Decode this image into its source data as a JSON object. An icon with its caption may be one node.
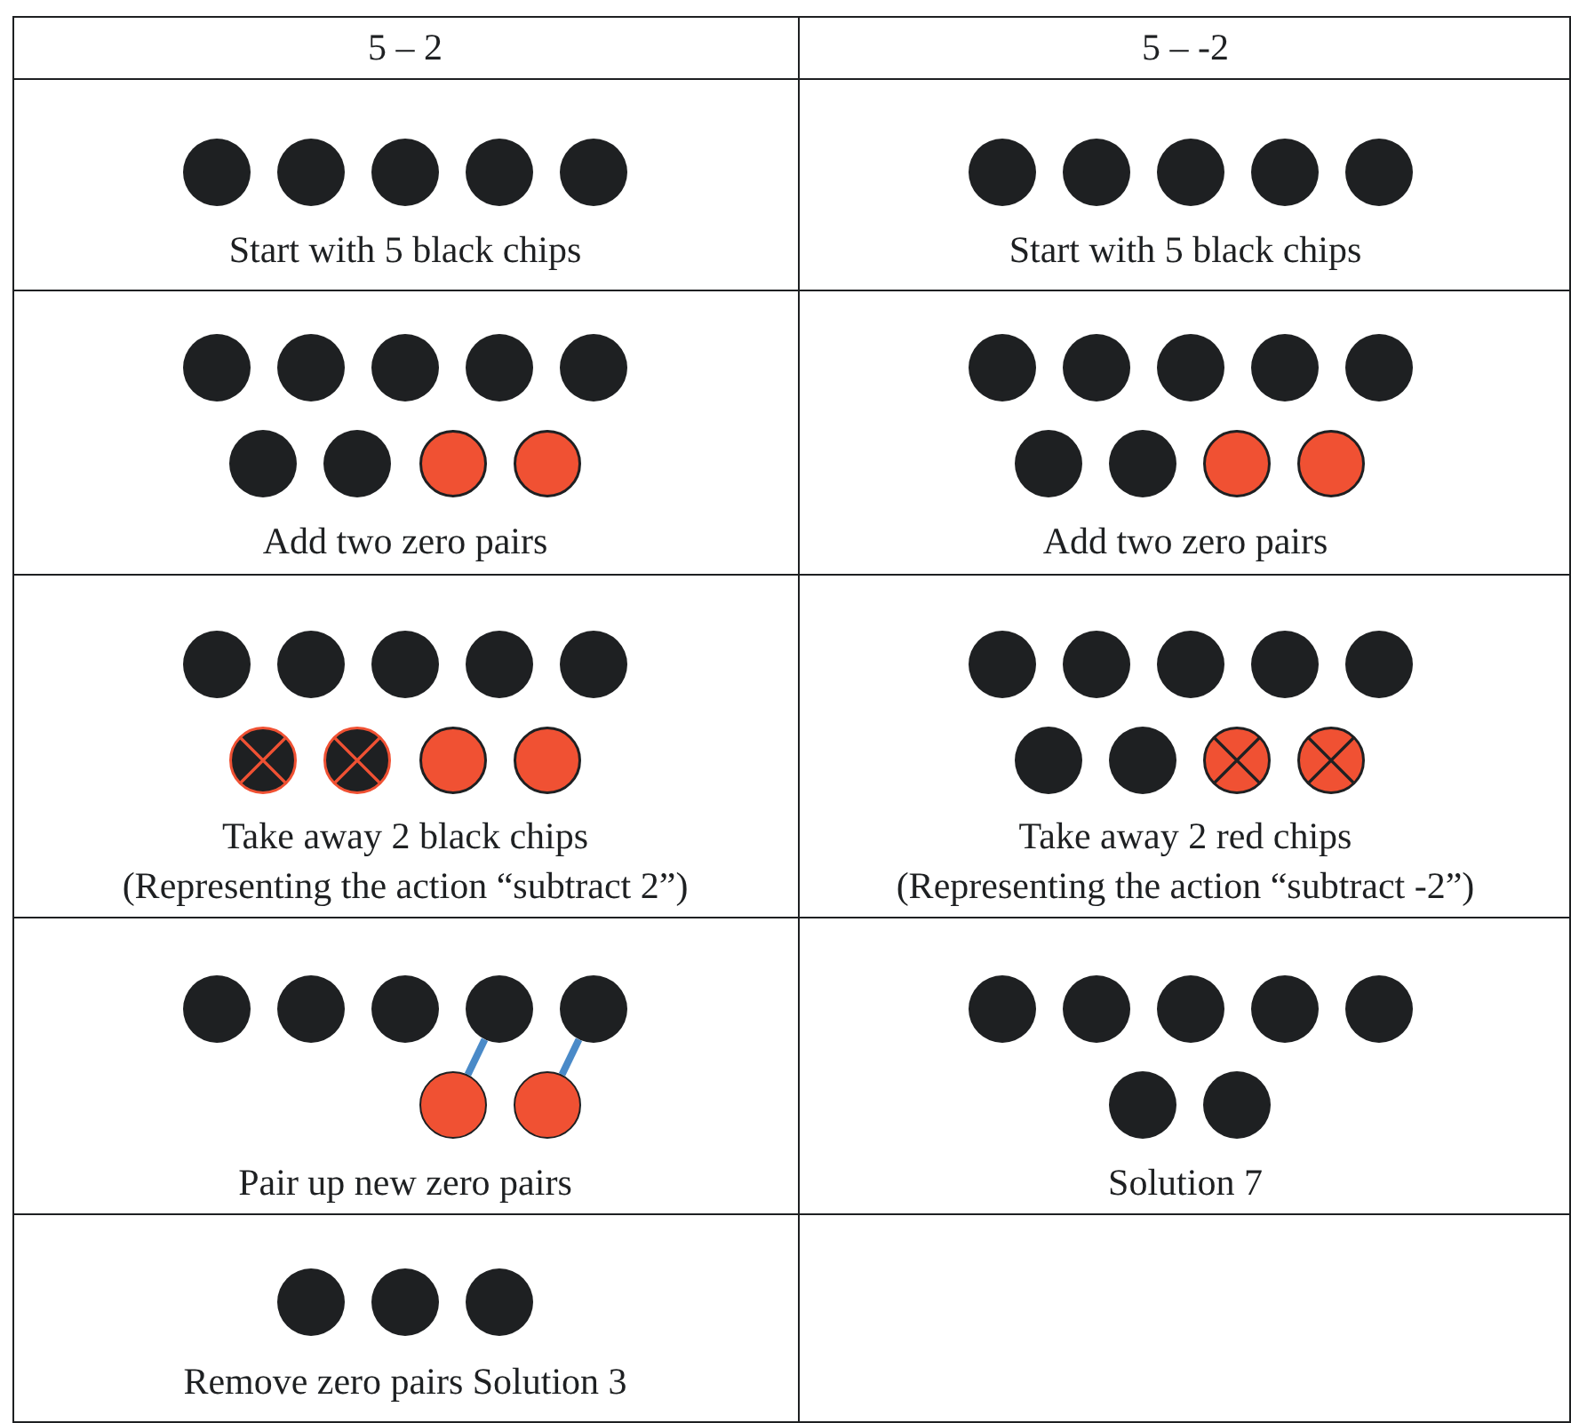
{
  "diagram": {
    "nodes": [
      {
        "text": [],
        "shape": "circle"
      },
      {
        "text": [],
        "shape": "circle"
      },
      {
        "text": [],
        "shape": "circle"
      },
      {
        "text": [],
        "shape": "circle"
      }
    ],
    "edges": [
      {
        "from": 0,
        "to": 2,
        "arrow": "none"
      },
      {
        "from": 1,
        "to": 3,
        "arrow": "none"
      }
    ],
    "labels": [
      "5 – 2",
      "5 – -2",
      "Start with 5 black chips",
      "Start with 5 black chips",
      "Add two zero pairs",
      "Add two zero pairs",
      "Take away 2 black chips",
      "(Representing the action “subtract 2”)",
      "Take away 2 red chips",
      "(Representing the action “subtract -2”)",
      "Pair up new zero pairs",
      "Solution 7",
      "Remove zero pairs Solution 3"
    ]
  }
}
